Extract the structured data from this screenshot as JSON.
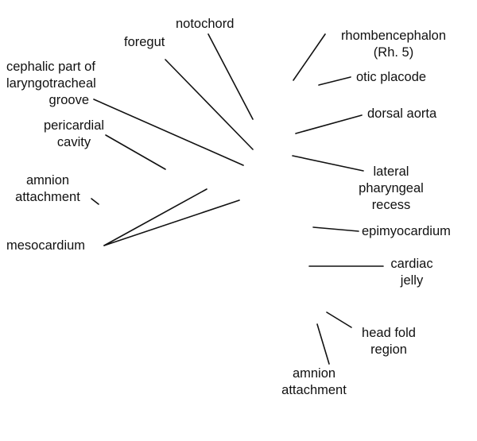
{
  "labels": {
    "notochord": "notochord",
    "foregut": "foregut",
    "cephalic": [
      "cephalic part of",
      "laryngotracheal",
      "groove"
    ],
    "pericardial": [
      "pericardial",
      "cavity"
    ],
    "amnion_left": [
      "amnion",
      "attachment"
    ],
    "mesocardium": "mesocardium",
    "rhombencephalon": [
      "rhombencephalon",
      "(Rh. 5)"
    ],
    "otic": "otic placode",
    "dorsal_aorta": "dorsal aorta",
    "lateral": [
      "lateral",
      "pharyngeal",
      "recess"
    ],
    "epimyocardium": "epimyocardium",
    "cardiac_jelly": [
      "cardiac",
      "jelly"
    ],
    "head_fold": [
      "head fold",
      "region"
    ],
    "amnion_bottom": [
      "amnion",
      "attachment"
    ]
  }
}
